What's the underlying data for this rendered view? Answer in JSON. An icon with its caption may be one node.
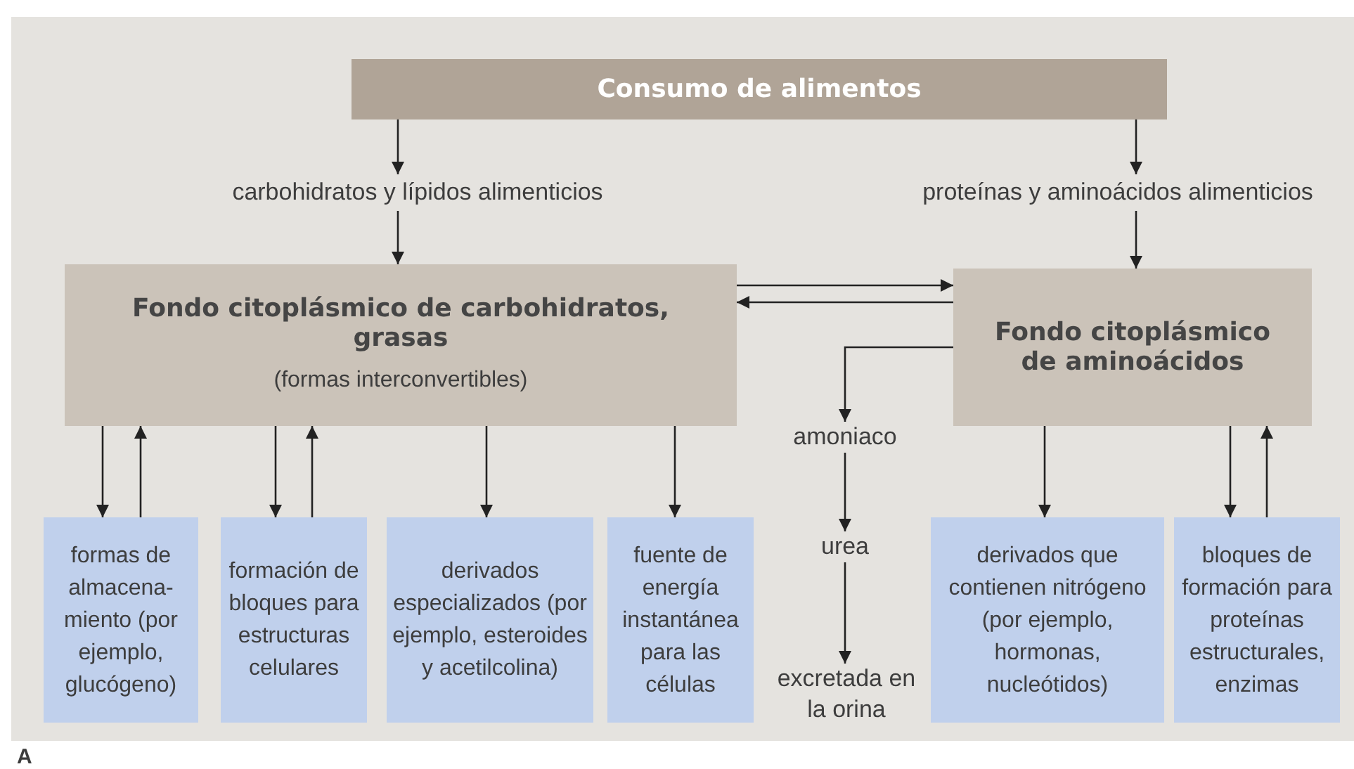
{
  "diagram": {
    "nodes": [
      {
        "text": [
          "Consumo de alimentos"
        ]
      },
      {
        "text": [
          "carbohidratos y lípidos alimenticios"
        ]
      },
      {
        "text": [
          "proteínas y aminoácidos alimenticios"
        ]
      },
      {
        "text": [
          "Fondo citoplásmico de carbohidratos, grasas",
          "(formas interconvertibles)"
        ]
      },
      {
        "text": [
          "Fondo citoplásmico de aminoácidos"
        ]
      },
      {
        "text": [
          "amoniaco"
        ]
      },
      {
        "text": [
          "urea"
        ]
      },
      {
        "text": [
          "excretada en la orina"
        ]
      },
      {
        "text": [
          "formas de almacena- miento (por ejemplo, glucógeno)"
        ]
      },
      {
        "text": [
          "formación de bloques para estructuras celulares"
        ]
      },
      {
        "text": [
          "derivados especializados (por ejemplo, esteroides y acetilcolina)"
        ]
      },
      {
        "text": [
          "fuente de energía instantánea para las células"
        ]
      },
      {
        "text": [
          "derivados que contienen nitrógeno (por ejemplo, hormonas, nucleótidos)"
        ]
      },
      {
        "text": [
          "bloques de formación para proteínas estructurales, enzimas"
        ]
      }
    ],
    "edges": [
      {
        "from": 0,
        "to": 1,
        "arrow": "to"
      },
      {
        "from": 1,
        "to": 3,
        "arrow": "to"
      },
      {
        "from": 0,
        "to": 2,
        "arrow": "to"
      },
      {
        "from": 2,
        "to": 4,
        "arrow": "to"
      },
      {
        "from": 3,
        "to": 4,
        "arrow": "to"
      },
      {
        "from": 4,
        "to": 3,
        "arrow": "to"
      },
      {
        "from": 4,
        "to": 5,
        "arrow": "to"
      },
      {
        "from": 5,
        "to": 6,
        "arrow": "to"
      },
      {
        "from": 6,
        "to": 7,
        "arrow": "to"
      },
      {
        "from": 3,
        "to": 8,
        "arrow": "to"
      },
      {
        "from": 8,
        "to": 3,
        "arrow": "to"
      },
      {
        "from": 3,
        "to": 9,
        "arrow": "to"
      },
      {
        "from": 9,
        "to": 3,
        "arrow": "to"
      },
      {
        "from": 3,
        "to": 10,
        "arrow": "to"
      },
      {
        "from": 3,
        "to": 11,
        "arrow": "to"
      },
      {
        "from": 4,
        "to": 12,
        "arrow": "to"
      },
      {
        "from": 4,
        "to": 13,
        "arrow": "to"
      },
      {
        "from": 13,
        "to": 4,
        "arrow": "to"
      }
    ],
    "labels": [
      "A"
    ]
  }
}
